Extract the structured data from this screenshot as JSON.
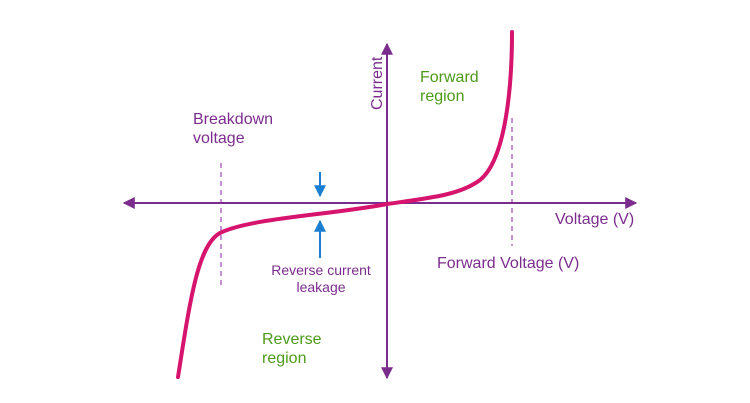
{
  "colors": {
    "axis": "#7b2d8e",
    "curve": "#d6146e",
    "dashed": "#b06cc0",
    "arrow": "#1a7fd1",
    "region_text": "#4e9a1a",
    "label_text": "#7b2d8e"
  },
  "axes": {
    "y_label": "Current",
    "x_label": "Voltage (V)"
  },
  "regions": {
    "forward": [
      "Forward",
      "region"
    ],
    "reverse": [
      "Reverse",
      "region"
    ]
  },
  "annotations": {
    "breakdown": [
      "Breakdown",
      "voltage"
    ],
    "forward_voltage": "Forward Voltage (V)",
    "leakage": [
      "Reverse current",
      "leakage"
    ]
  }
}
